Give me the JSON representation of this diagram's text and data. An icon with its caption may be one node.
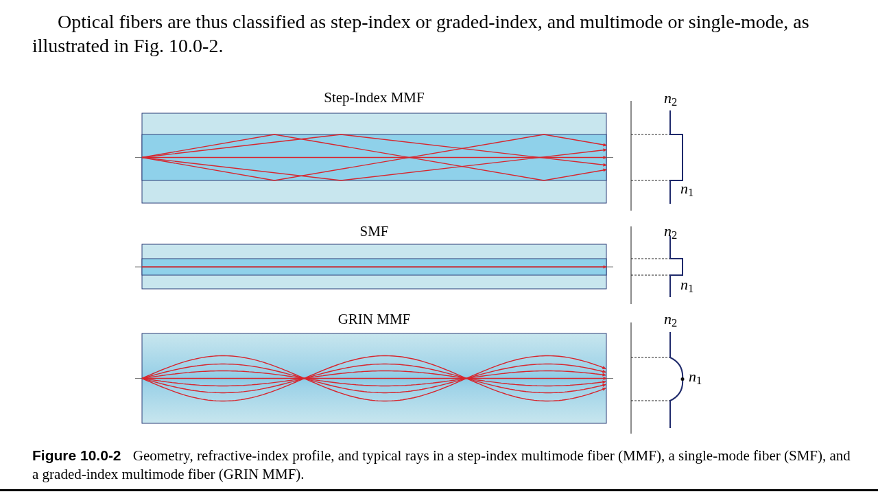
{
  "diagram": {
    "caption": "**Figure 10.0-2** Geometry, refractive-index profile, and typical rays in a step-index multimode fiber (MMF), a single-mode fiber (SMF), and a graded-index multimode fiber (GRIN MMF).",
    "nodes": [
      {
        "text": [
          "Step-Index MMF"
        ]
      },
      {
        "text": [
          "SMF"
        ]
      },
      {
        "text": [
          "GRIN MMF"
        ]
      }
    ],
    "labels": [
      "Optical fibers are thus classified as step-index or graded-index, and multimode or single-mode, as illustrated in Fig. 10.0-2.",
      "*n*$_{2}$",
      "*n*$_{1}$",
      "*n*$_{2}$",
      "*n*$_{1}$",
      "*n*$_{2}$",
      "*n*$_{1}$"
    ]
  }
}
